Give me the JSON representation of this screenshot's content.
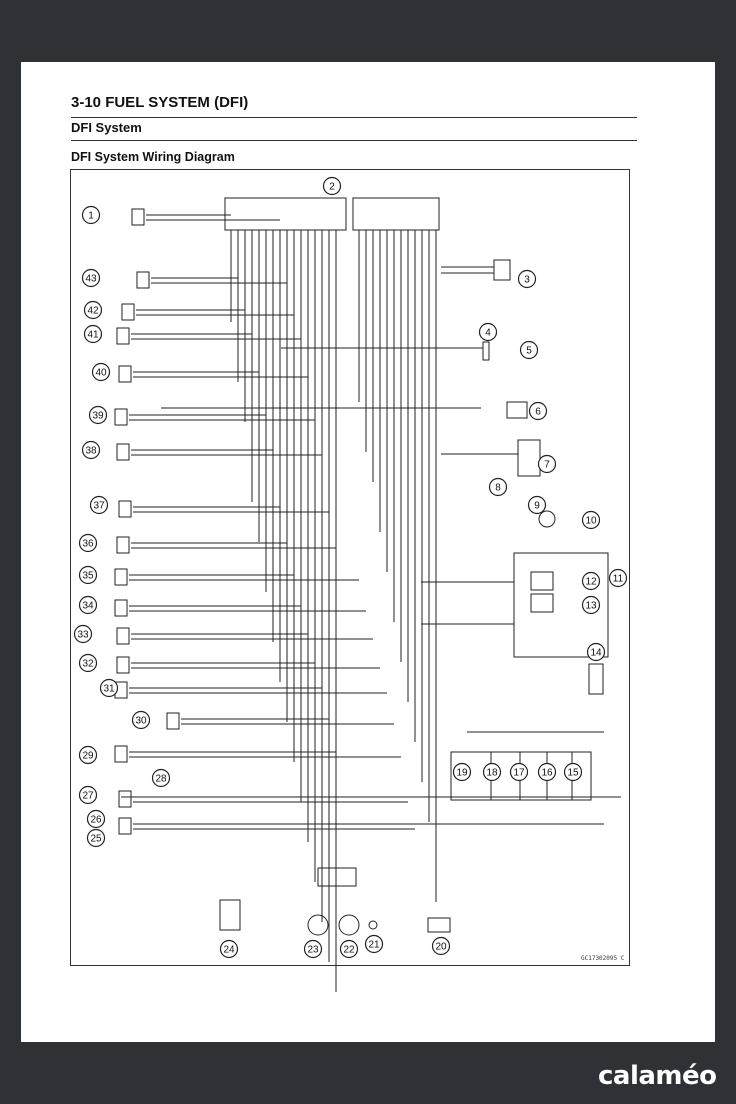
{
  "document": {
    "section_title": "3-10 FUEL SYSTEM (DFI)",
    "subsection_title": "DFI System",
    "figure_title": "DFI System Wiring Diagram",
    "figure_code": "GC17302095  C"
  },
  "callouts": [
    "1",
    "2",
    "3",
    "4",
    "5",
    "6",
    "7",
    "8",
    "9",
    "10",
    "11",
    "12",
    "13",
    "14",
    "15",
    "16",
    "17",
    "18",
    "19",
    "20",
    "21",
    "22",
    "23",
    "24",
    "25",
    "26",
    "27",
    "28",
    "29",
    "30",
    "31",
    "32",
    "33",
    "34",
    "35",
    "36",
    "37",
    "38",
    "39",
    "40",
    "41",
    "42",
    "43"
  ],
  "brand": {
    "name": "calaméo"
  },
  "colors": {
    "background": "#2e3236",
    "page": "#ffffff",
    "ink": "#222222"
  }
}
